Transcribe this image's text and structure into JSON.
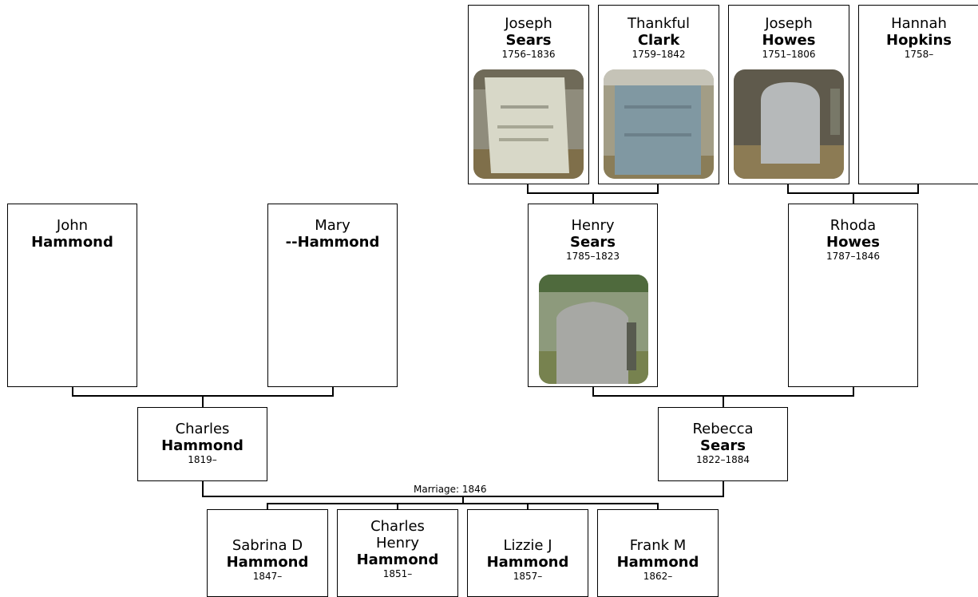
{
  "people": {
    "joseph_sears": {
      "first": "Joseph",
      "last": "Sears",
      "dates": "1756–1836"
    },
    "thankful_clark": {
      "first": "Thankful",
      "last": "Clark",
      "dates": "1759–1842"
    },
    "joseph_howes": {
      "first": "Joseph",
      "last": "Howes",
      "dates": "1751–1806"
    },
    "hannah_hopkins": {
      "first": "Hannah",
      "last": "Hopkins",
      "dates": "1758–"
    },
    "john_hammond": {
      "first": "John",
      "last": "Hammond",
      "dates": ""
    },
    "mary_hammond": {
      "first": "Mary",
      "last": "--Hammond",
      "dates": ""
    },
    "henry_sears": {
      "first": "Henry",
      "last": "Sears",
      "dates": "1785–1823"
    },
    "rhoda_howes": {
      "first": "Rhoda",
      "last": "Howes",
      "dates": "1787–1846"
    },
    "charles_hammond": {
      "first": "Charles",
      "last": "Hammond",
      "dates": "1819–"
    },
    "rebecca_sears": {
      "first": "Rebecca",
      "last": "Sears",
      "dates": "1822–1884"
    },
    "sabrina_hammond": {
      "first": "Sabrina D",
      "last": "Hammond",
      "dates": "1847–"
    },
    "charles_henry_hammond": {
      "first": "Charles Henry",
      "last": "Hammond",
      "dates": "1851–"
    },
    "lizzie_hammond": {
      "first": "Lizzie J",
      "last": "Hammond",
      "dates": "1857–"
    },
    "frank_hammond": {
      "first": "Frank M",
      "last": "Hammond",
      "dates": "1862–"
    }
  },
  "marriage_label": "Marriage: 1846",
  "photos": {
    "joseph_sears": "gravestone-photo",
    "thankful_clark": "gravestone-photo",
    "joseph_howes": "gravestone-photo",
    "henry_sears": "gravestone-photo"
  }
}
